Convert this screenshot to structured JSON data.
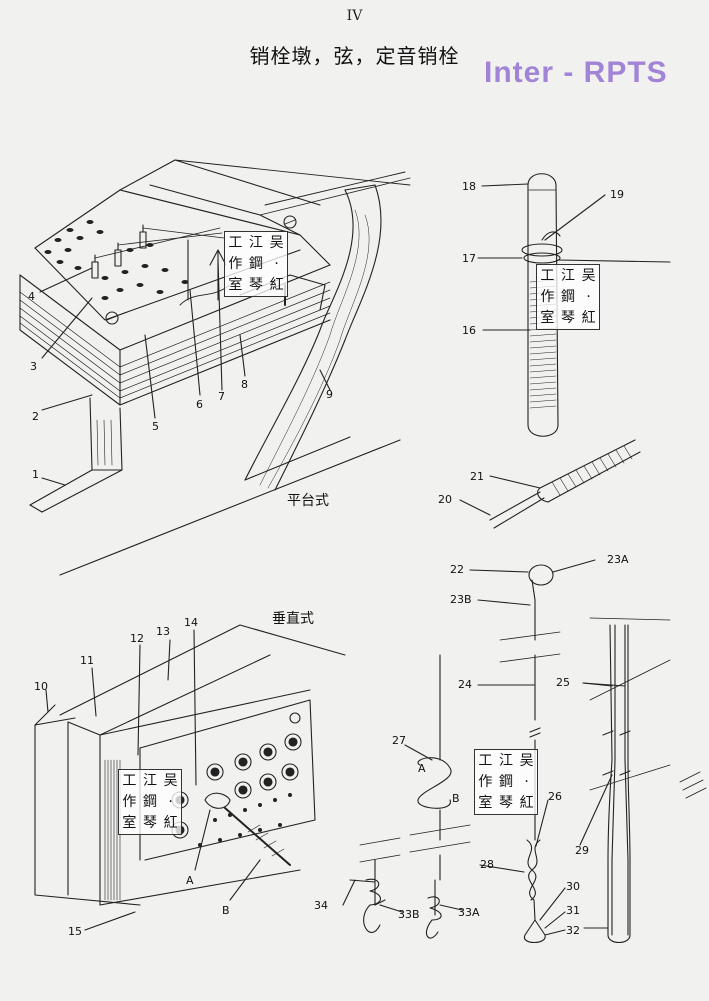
{
  "page_number": "IV",
  "title": "销栓墩，弦，定音销栓",
  "watermark": "Inter - RPTS",
  "captions": {
    "platform": "平台式",
    "vertical": "垂直式"
  },
  "stamp_chars": [
    "工",
    "江",
    "吴",
    "作",
    "鋼",
    "·",
    "室",
    "琴",
    "紅"
  ],
  "callouts": {
    "c1": "1",
    "c2": "2",
    "c3": "3",
    "c4": "4",
    "c5": "5",
    "c6": "6",
    "c7": "7",
    "c8": "8",
    "c9": "9",
    "c10": "10",
    "c11": "11",
    "c12": "12",
    "c13": "13",
    "c14": "14",
    "c15": "15",
    "c16": "16",
    "c17": "17",
    "c18": "18",
    "c19": "19",
    "c20": "20",
    "c21": "21",
    "c22": "22",
    "c23a": "23A",
    "c23b": "23B",
    "c24": "24",
    "c25": "25",
    "c26": "26",
    "c27": "27",
    "c28": "28",
    "c29": "29",
    "c30": "30",
    "c31": "31",
    "c32": "32",
    "c33a": "33A",
    "c33b": "33B",
    "c34": "34",
    "lA1": "A",
    "lB1": "B",
    "lA2": "A",
    "lB2": "B"
  }
}
